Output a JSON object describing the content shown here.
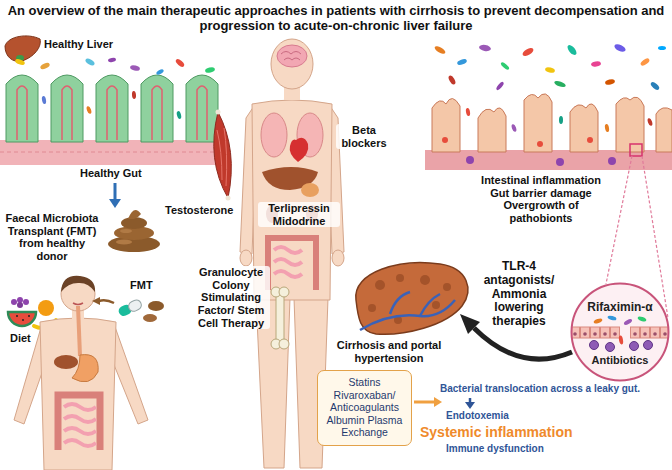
{
  "diagram": {
    "title": "An overview of the main therapeutic approaches in patients with cirrhosis to prevent decompensation and progression to acute-on-chronic liver failure",
    "nodes": [
      {
        "text": [
          "Rifaximin-α",
          "Antibiotics"
        ]
      },
      {
        "text": [
          "Statins Rivaroxaban/ Anticoagulants Albumin Plasma Exchange"
        ]
      }
    ],
    "labels": [
      "Healthy Liver",
      "Healthy Gut",
      "Faecal Microbiota Transplant (FMT) from healthy donor",
      "FMT",
      "Diet",
      "Testosterone",
      "Beta blockers",
      "Terlipressin Midodrine",
      "Granulocyte Colony Stimulating Factor/ Stem Cell Therapy",
      "Intestinal inflammation Gut barrier damage Overgrowth of pathobionts",
      "TLR-4 antagonists/ Ammonia lowering therapies",
      "Cirrhosis and portal hypertension",
      "Bacterial translocation across a leaky gut.",
      "Endotoxemia",
      "Systemic inflammation",
      "Immune dysfunction"
    ]
  }
}
